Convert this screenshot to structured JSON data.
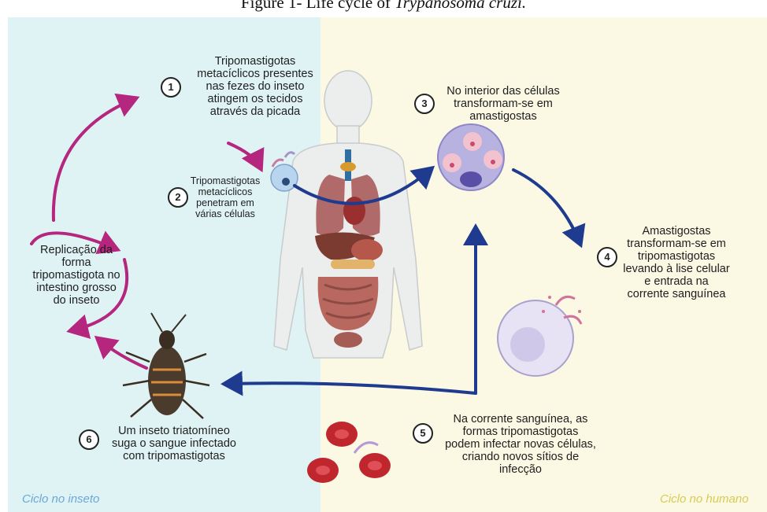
{
  "caption": {
    "prefix": "Figure 1- Life cycle of ",
    "species": "Trypanosoma cruzi."
  },
  "steps": [
    {
      "number": "1",
      "lines": [
        "Tripomastigotas",
        "metacíclicos  presentes",
        "nas fezes do inseto",
        "atingem os tecidos",
        "através da picada"
      ]
    },
    {
      "number": "2",
      "lines": [
        "Tripomastigotas",
        "metacíclicos",
        "penetram em",
        "várias células"
      ]
    },
    {
      "number": "3",
      "lines": [
        "No interior das células",
        "transformam-se em",
        "amastigostas"
      ]
    },
    {
      "number": "4",
      "lines": [
        "Amastigostas",
        "transformam-se em",
        "tripomastigotas",
        "levando à lise celular",
        "e entrada na",
        "corrente sanguínea"
      ]
    },
    {
      "number": "5",
      "lines": [
        "Na corrente sanguínea, as",
        "formas tripomastigotas",
        "podem infectar novas células,",
        "criando  novos sítios de",
        "infecção"
      ]
    },
    {
      "number": "6",
      "lines": [
        "Um inseto triatomíneo",
        "suga o sangue infectado",
        "com tripomastigotas"
      ]
    }
  ],
  "replication": {
    "lines": [
      "Replicação da",
      "forma",
      "tripomastigota no",
      "intestino grosso",
      "do inseto"
    ]
  },
  "footer": {
    "insect": "Ciclo no inseto",
    "human": "Ciclo no humano"
  },
  "colors": {
    "insect_arrow": "#b5267f",
    "human_arrow": "#1f3b8f",
    "insect_bg": "#dff3f5",
    "human_bg": "#fbf8e3"
  }
}
